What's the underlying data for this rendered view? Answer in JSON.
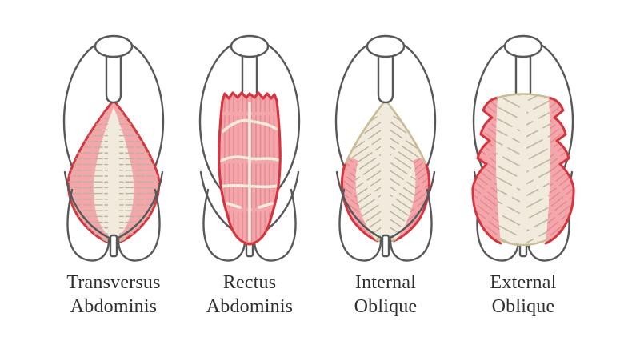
{
  "diagram_title": "",
  "colors": {
    "background": "#ffffff",
    "outline": "#58585a",
    "red": "#d6343f",
    "pink": "#f5a6ab",
    "pink_striation": "#e08a91",
    "cream": "#f0ebdd",
    "cream_striation": "#bdb29d",
    "tan": "#c9bd96",
    "text": "#322e2e"
  },
  "panels": [
    {
      "name": "transversus-abdominis",
      "label_line1": "Transversus",
      "label_line2": "Abdominis"
    },
    {
      "name": "rectus-abdominis",
      "label_line1": "Rectus",
      "label_line2": "Abdominis"
    },
    {
      "name": "internal-oblique",
      "label_line1": "Internal",
      "label_line2": "Oblique"
    },
    {
      "name": "external-oblique",
      "label_line1": "External",
      "label_line2": "Oblique"
    }
  ]
}
